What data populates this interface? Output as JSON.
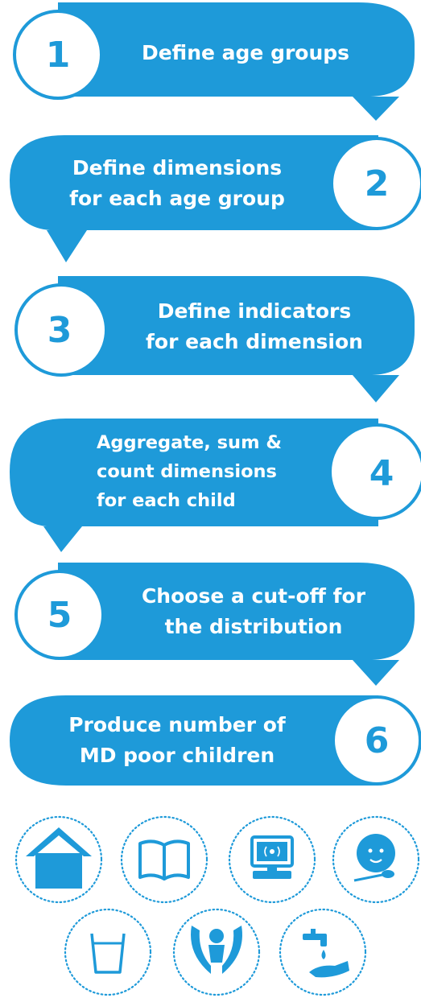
{
  "colors": {
    "accent": "#1e9ad9",
    "text_on_accent": "#ffffff",
    "background": "#ffffff"
  },
  "steps": [
    {
      "number": "1",
      "lines": [
        "Define age groups"
      ]
    },
    {
      "number": "2",
      "lines": [
        "Define dimensions",
        "for each age group"
      ]
    },
    {
      "number": "3",
      "lines": [
        "Define indicators",
        "for each dimension"
      ]
    },
    {
      "number": "4",
      "lines": [
        "Aggregate, sum &",
        "count dimensions",
        "for each child"
      ]
    },
    {
      "number": "5",
      "lines": [
        "Choose a cut-off for",
        "the distribution"
      ]
    },
    {
      "number": "6",
      "lines": [
        "Produce number of",
        "MD poor children"
      ]
    }
  ],
  "icons": [
    "shelter-icon",
    "education-icon",
    "information-icon",
    "nutrition-icon",
    "water-icon",
    "health-icon",
    "sanitation-icon"
  ]
}
